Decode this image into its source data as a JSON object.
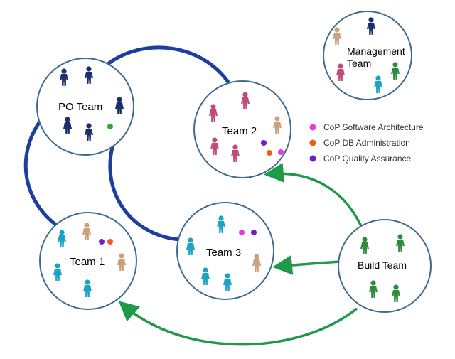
{
  "colors": {
    "circle_stroke": "#3d6b8f",
    "link_blue": "#1c3f9e",
    "arrow_green": "#1f9a4a",
    "navy": "#1b2e6b",
    "tan": "#c9a07a",
    "pink": "#c04a7a",
    "cyan": "#1aa2c9",
    "green": "#2e8a3e",
    "magenta": "#e83cd8",
    "orange": "#ee5a1c",
    "purple": "#6a1fd0"
  },
  "teams": {
    "po": {
      "label": "PO Team"
    },
    "team2": {
      "label": "Team 2"
    },
    "team1": {
      "label": "Team 1"
    },
    "team3": {
      "label": "Team 3"
    },
    "build": {
      "label": "Build Team"
    },
    "management": {
      "label_line1": "Management",
      "label_line2": "Team"
    }
  },
  "legend": {
    "items": [
      {
        "label": "CoP Software Architecture",
        "color": "#e83cd8"
      },
      {
        "label": "CoP DB Administration",
        "color": "#ee5a1c"
      },
      {
        "label": "CoP Quality Assurance",
        "color": "#6a1fd0"
      }
    ]
  },
  "icons": {
    "person": "person-icon",
    "dot": "cop-dot"
  }
}
